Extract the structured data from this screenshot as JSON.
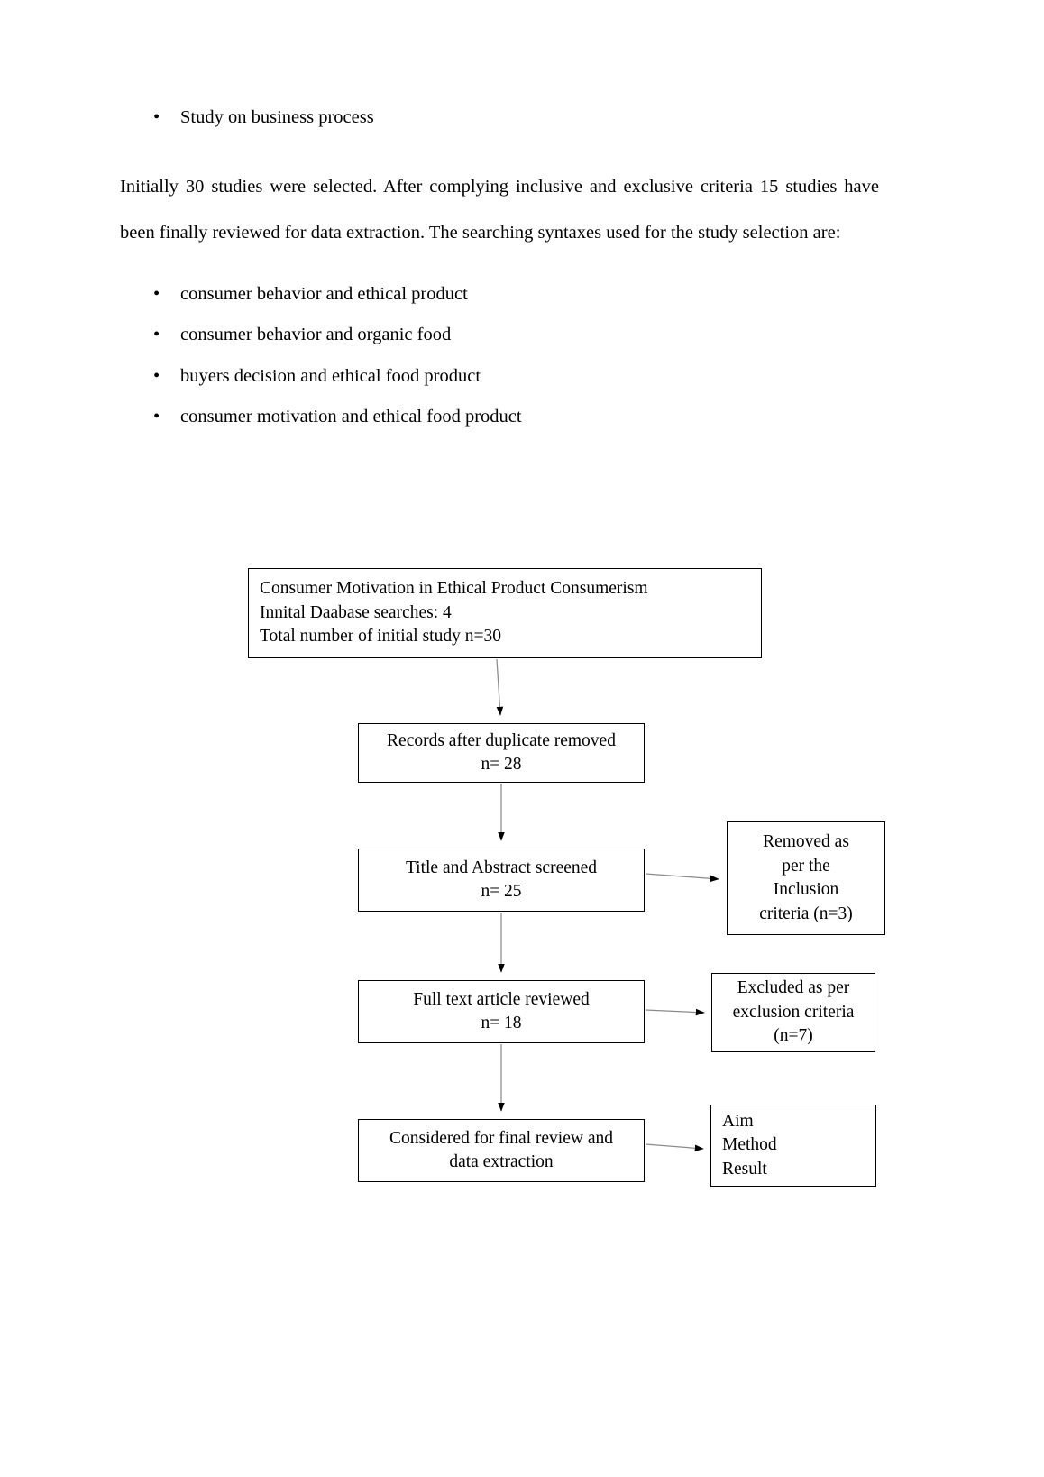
{
  "document": {
    "intro_bullets": [
      {
        "text": "Study on business process"
      }
    ],
    "paragraph": "Initially 30 studies were selected. After complying inclusive and exclusive criteria 15 studies have been finally reviewed for data extraction. The searching syntaxes used for the study selection are:",
    "search_syntax_bullets": [
      {
        "text": "consumer behavior and ethical product"
      },
      {
        "text": "consumer behavior and organic food"
      },
      {
        "text": "buyers decision and ethical food product"
      },
      {
        "text": "consumer motivation and ethical food product"
      }
    ],
    "bullet_glyph": "•"
  },
  "flowchart": {
    "type": "prisma-flow-diagram",
    "colors": {
      "box_border": "#000000",
      "box_fill": "#ffffff",
      "connector_line": "#808080",
      "arrow_head": "#000000",
      "text": "#000000"
    },
    "boxes": [
      {
        "id": "box-source",
        "name": "source-identification-box",
        "align": "left",
        "lines": [
          "Consumer Motivation in Ethical Product Consumerism",
          "Innital Daabase searches: 4",
          "Total number of initial study n=30"
        ]
      },
      {
        "id": "box-dedup",
        "name": "records-after-duplicates-box",
        "align": "center",
        "lines": [
          "Records after duplicate removed",
          "n= 28"
        ]
      },
      {
        "id": "box-screen",
        "name": "title-abstract-screened-box",
        "align": "center",
        "lines": [
          "Title and Abstract screened",
          "n= 25"
        ]
      },
      {
        "id": "box-fulltext",
        "name": "full-text-reviewed-box",
        "align": "center",
        "lines": [
          "Full text article reviewed",
          "n= 18"
        ]
      },
      {
        "id": "box-final",
        "name": "final-review-box",
        "align": "center",
        "lines": [
          "Considered for final review and",
          "data extraction"
        ]
      },
      {
        "id": "box-removed",
        "name": "removed-inclusion-criteria-box",
        "align": "center",
        "lines": [
          "Removed as",
          "per the",
          "Inclusion",
          "criteria (n=3)"
        ]
      },
      {
        "id": "box-excluded",
        "name": "excluded-exclusion-criteria-box",
        "align": "center",
        "lines": [
          "Excluded as per",
          "exclusion criteria",
          "(n=7)"
        ]
      },
      {
        "id": "box-outcomes",
        "name": "extraction-outcomes-box",
        "align": "left",
        "lines": [
          "Aim",
          "Method",
          "Result"
        ]
      }
    ],
    "connectors": [
      {
        "name": "arrow-source-to-dedup",
        "from": "box-source",
        "to": "box-dedup",
        "direction": "down"
      },
      {
        "name": "arrow-dedup-to-screen",
        "from": "box-dedup",
        "to": "box-screen",
        "direction": "down"
      },
      {
        "name": "arrow-screen-to-fulltext",
        "from": "box-screen",
        "to": "box-fulltext",
        "direction": "down"
      },
      {
        "name": "arrow-fulltext-to-final",
        "from": "box-fulltext",
        "to": "box-final",
        "direction": "down"
      },
      {
        "name": "arrow-screen-to-removed",
        "from": "box-screen",
        "to": "box-removed",
        "direction": "right"
      },
      {
        "name": "arrow-fulltext-to-excluded",
        "from": "box-fulltext",
        "to": "box-excluded",
        "direction": "right"
      },
      {
        "name": "arrow-final-to-outcomes",
        "from": "box-final",
        "to": "box-outcomes",
        "direction": "right"
      }
    ]
  }
}
